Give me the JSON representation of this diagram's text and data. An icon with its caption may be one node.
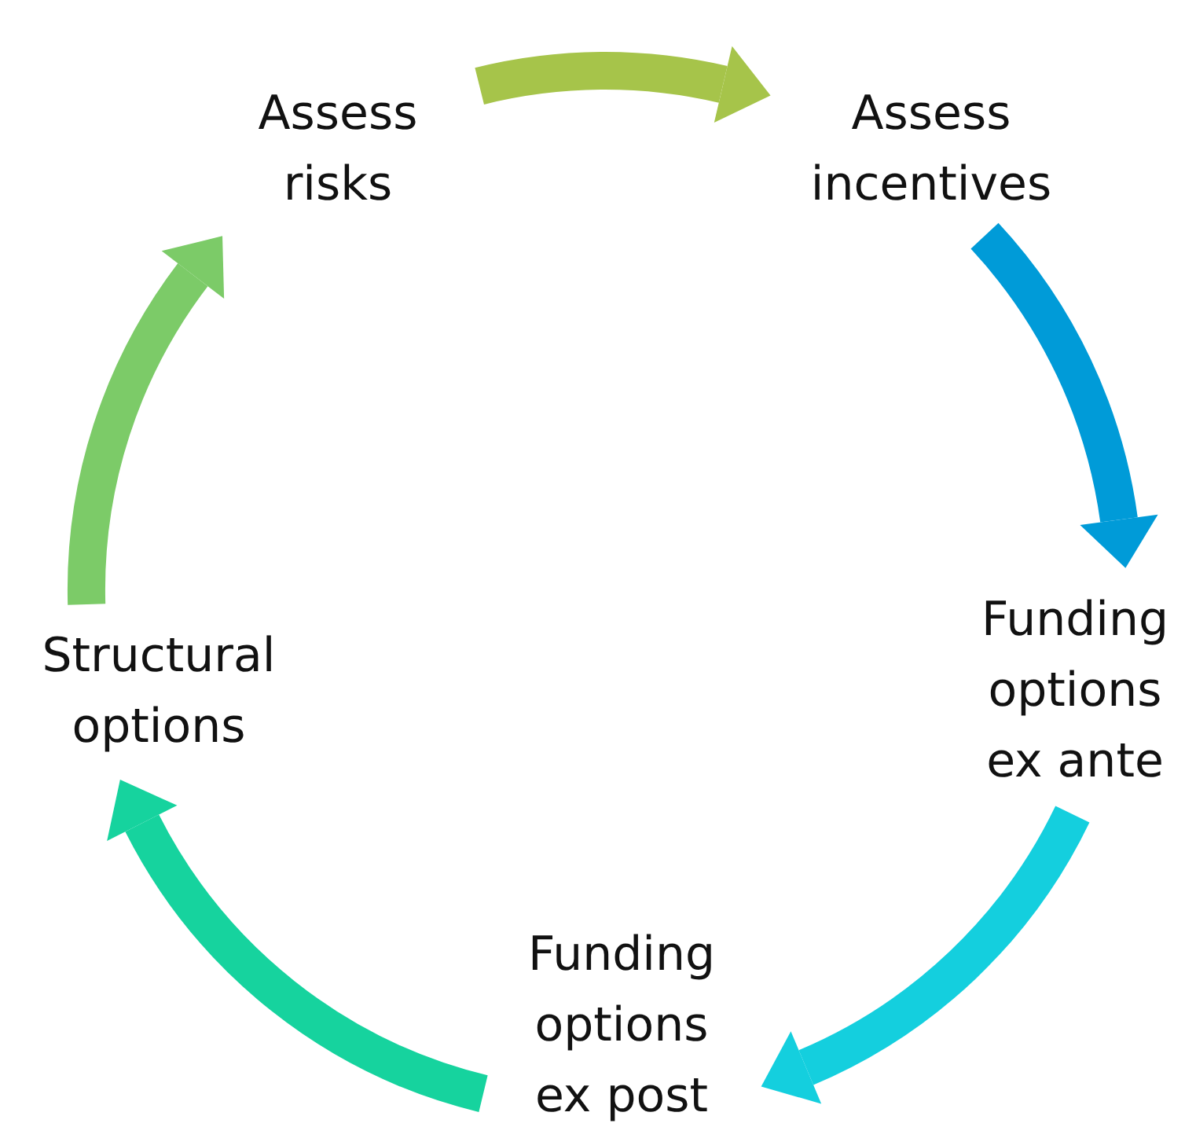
{
  "diagram": {
    "nodes": [
      {
        "text": [
          "Assess risks"
        ]
      },
      {
        "text": [
          "Assess incentives"
        ]
      },
      {
        "text": [
          "Funding options ex ante"
        ]
      },
      {
        "text": [
          "Funding options ex post"
        ]
      },
      {
        "text": [
          "Structural options"
        ]
      }
    ],
    "edges": [
      {
        "from": 0,
        "to": 1,
        "arrow": "to",
        "color": "#a6c44a"
      },
      {
        "from": 1,
        "to": 2,
        "arrow": "to",
        "color": "#009bd8"
      },
      {
        "from": 2,
        "to": 3,
        "arrow": "to",
        "color": "#14cfde"
      },
      {
        "from": 3,
        "to": 4,
        "arrow": "to",
        "color": "#16d39e"
      },
      {
        "from": 4,
        "to": 0,
        "arrow": "to",
        "color": "#7ccb68"
      }
    ]
  }
}
